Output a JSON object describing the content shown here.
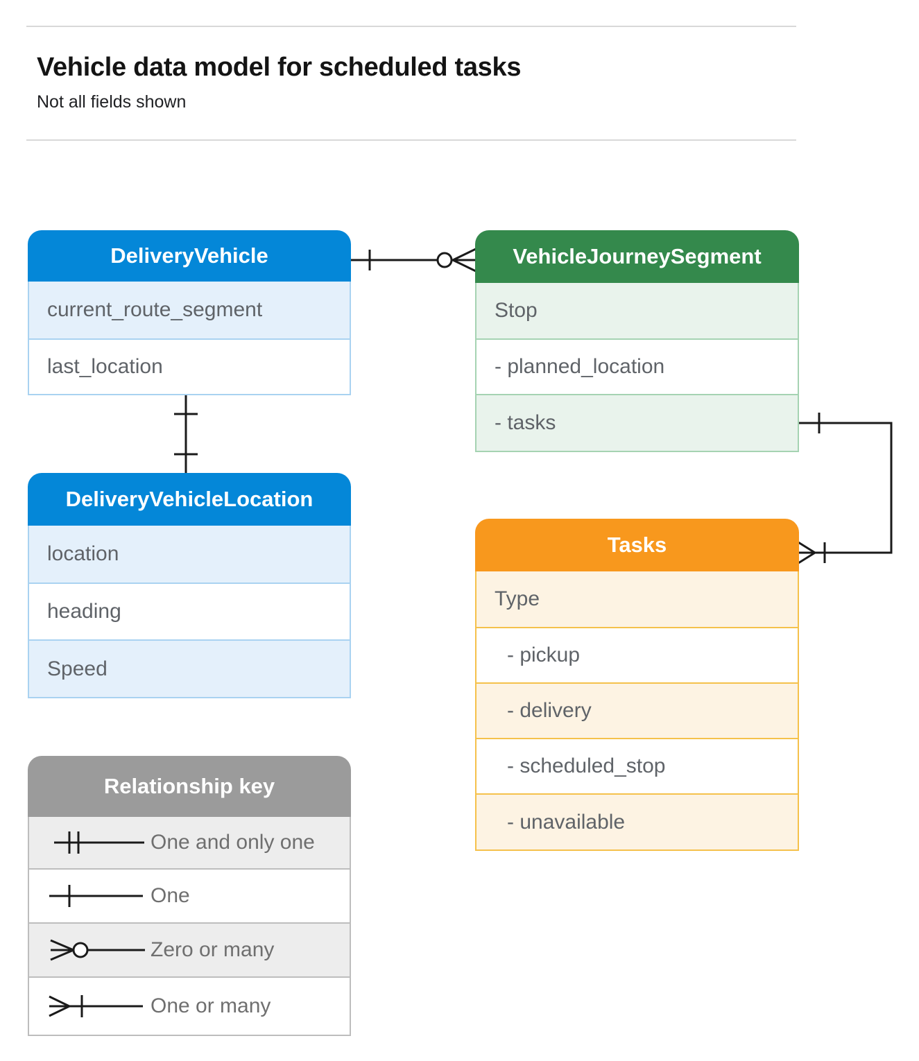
{
  "page": {
    "title": "Vehicle data model for scheduled tasks",
    "subtitle": "Not all fields shown"
  },
  "entities": [
    {
      "name": "DeliveryVehicle",
      "rows": [
        {
          "label": "current_route_segment"
        },
        {
          "label": "last_location"
        }
      ]
    },
    {
      "name": "VehicleJourneySegment",
      "rows": [
        {
          "label": "Stop"
        },
        {
          "label": "- planned_location"
        },
        {
          "label": "- tasks"
        }
      ]
    },
    {
      "name": "DeliveryVehicleLocation",
      "rows": [
        {
          "label": "location"
        },
        {
          "label": "heading"
        },
        {
          "label": "Speed"
        }
      ]
    },
    {
      "name": "Tasks",
      "rows": [
        {
          "label": "Type"
        },
        {
          "label": "- pickup"
        },
        {
          "label": "- delivery"
        },
        {
          "label": "- scheduled_stop"
        },
        {
          "label": "- unavailable"
        }
      ]
    }
  ],
  "legend": {
    "title": "Relationship key",
    "items": [
      {
        "symbol": "one-and-only-one-icon",
        "label": "One and only one"
      },
      {
        "symbol": "one-icon",
        "label": "One"
      },
      {
        "symbol": "zero-or-many-icon",
        "label": "Zero or many"
      },
      {
        "symbol": "one-or-many-icon",
        "label": "One or many"
      }
    ]
  },
  "relationships": [
    {
      "from": "DeliveryVehicle",
      "to": "VehicleJourneySegment",
      "from_cardinality": "one",
      "to_cardinality": "zero-or-many"
    },
    {
      "from": "DeliveryVehicle",
      "to": "DeliveryVehicleLocation",
      "from_cardinality": "one",
      "to_cardinality": "one"
    },
    {
      "from": "VehicleJourneySegment.tasks",
      "to": "Tasks",
      "from_cardinality": "one",
      "to_cardinality": "one-or-many"
    }
  ],
  "colors": {
    "blue_header": "#0487d8",
    "blue_row": "#e4f0fb",
    "green_header": "#34894c",
    "green_row": "#e9f3ec",
    "orange_header": "#f8981d",
    "orange_row": "#fdf3e3",
    "gray_header": "#9b9b9b",
    "gray_row": "#ededed",
    "row_text": "#5f6368",
    "connector": "#1a1a1a"
  }
}
